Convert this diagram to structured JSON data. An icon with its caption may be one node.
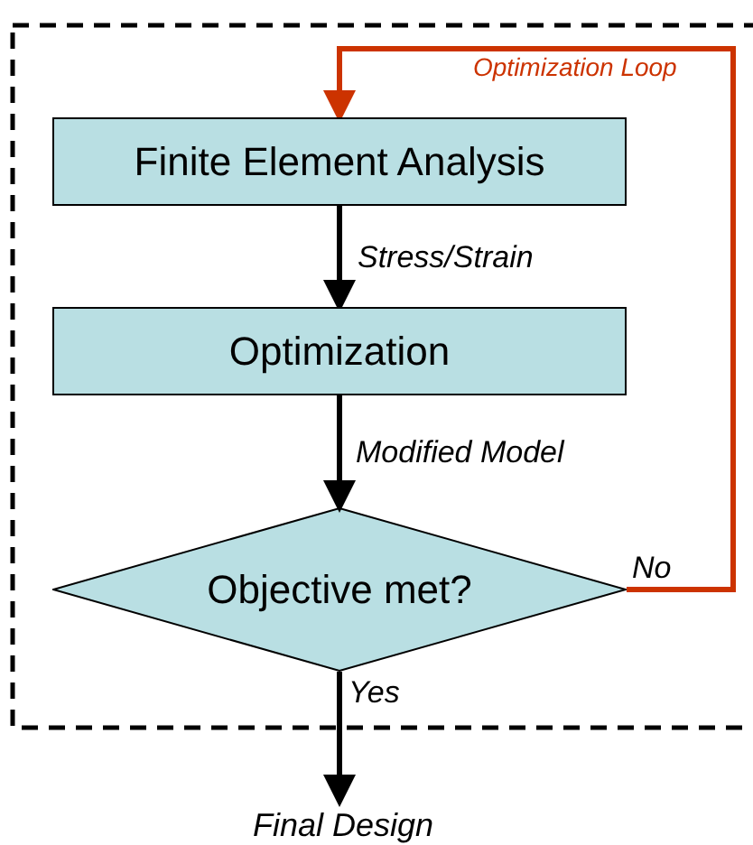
{
  "diagram": {
    "nodes": [
      {
        "text": [
          "Finite Element Analysis"
        ]
      },
      {
        "text": [
          "Optimization"
        ]
      },
      {
        "text": [
          "Objective met?"
        ]
      },
      {
        "text": [
          "Final Design"
        ]
      }
    ],
    "edges": [
      {
        "from": 0,
        "to": 1,
        "arrow": "to",
        "label": "Stress/Strain"
      },
      {
        "from": 1,
        "to": 2,
        "arrow": "to",
        "label": "Modified Model"
      },
      {
        "from": 2,
        "to": 3,
        "arrow": "to",
        "label": "Yes"
      },
      {
        "from": 2,
        "to": 0,
        "arrow": "to",
        "label": "Optimization Loop",
        "color": "#cc3300"
      }
    ],
    "labels": [
      "No"
    ]
  }
}
